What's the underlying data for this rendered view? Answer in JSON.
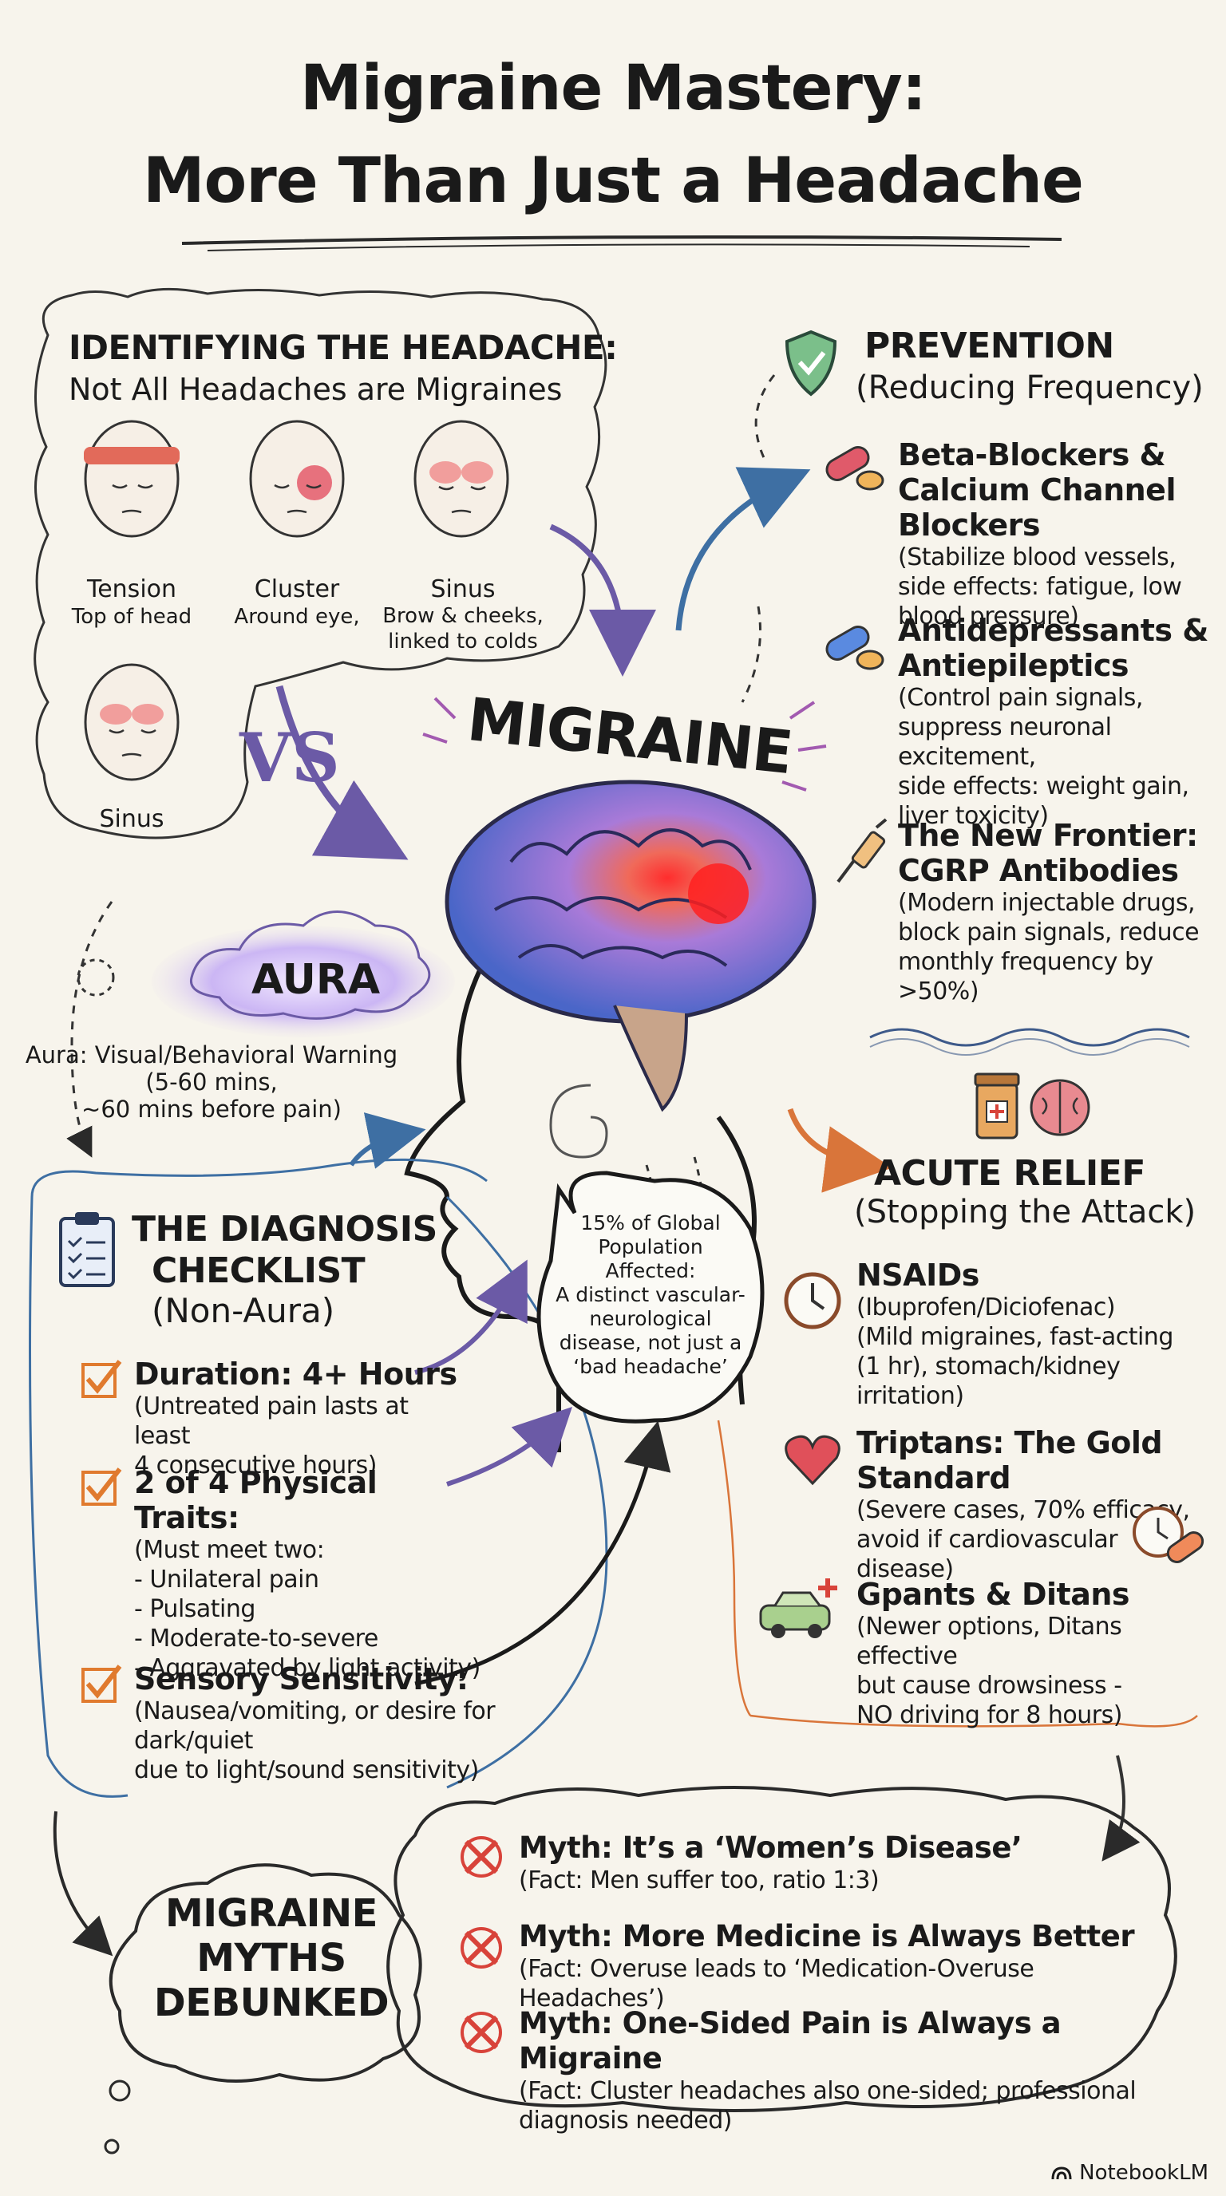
{
  "title": {
    "line1": "Migraine Mastery:",
    "line2": "More Than Just a Headache"
  },
  "identify": {
    "heading": "IDENTIFYING THE HEADACHE:",
    "subheading": "Not All Headaches are Migraines",
    "faces": [
      {
        "name": "Tension",
        "desc": "Top of head"
      },
      {
        "name": "Cluster",
        "desc": "Around eye,"
      },
      {
        "name": "Sinus",
        "desc": "Brow & cheeks, linked to colds"
      },
      {
        "name": "Sinus",
        "desc": ""
      }
    ],
    "vs": "VS"
  },
  "center": {
    "migraine": "MIGRAINE",
    "aura": "AURA",
    "aura_note": "Aura: Visual/Behavioral Warning",
    "aura_note2": "(5-60 mins,",
    "aura_note3": "~60 mins before pain)",
    "bubble": [
      "15% of Global",
      "Population",
      "Affected:",
      "A distinct vascular-",
      "neurological",
      "disease, not just a",
      "‘bad headache’"
    ]
  },
  "prevention": {
    "heading": "PREVENTION",
    "subheading": "(Reducing Frequency)",
    "items": [
      {
        "title": [
          "Beta-Blockers &",
          "Calcium Channel Blockers"
        ],
        "body": [
          "(Stabilize blood vessels,",
          "side effects: fatigue, low",
          "blood pressure)"
        ]
      },
      {
        "title": [
          "Antidepressants &",
          "Antiepileptics"
        ],
        "body": [
          "(Control pain signals,",
          "suppress neuronal excitement,",
          "side effects: weight gain,",
          "liver toxicity)"
        ]
      },
      {
        "title": [
          "The New Frontier:",
          "CGRP Antibodies"
        ],
        "body": [
          "(Modern injectable drugs,",
          "block pain signals, reduce",
          "monthly frequency by >50%)"
        ]
      }
    ]
  },
  "acute": {
    "heading": "ACUTE RELIEF",
    "subheading": "(Stopping the Attack)",
    "items": [
      {
        "title": "NSAIDs",
        "body": [
          "(Ibuprofen/Diciofenac)",
          "(Mild migraines, fast-acting",
          "(1 hr), stomach/kidney irritation)"
        ]
      },
      {
        "title": "Triptans: The Gold Standard",
        "body": [
          "(Severe cases, 70% efficacy,",
          "avoid if cardiovascular",
          "disease)"
        ]
      },
      {
        "title": "Gpants & Ditans",
        "body": [
          "(Newer options, Ditans effective",
          "but cause drowsiness -",
          "NO driving for 8 hours)"
        ]
      }
    ]
  },
  "diagnosis": {
    "heading": [
      "THE DIAGNOSIS",
      "CHECKLIST",
      "(Non-Aura)"
    ],
    "items": [
      {
        "title": "Duration: 4+ Hours",
        "body": [
          "(Untreated pain lasts at least",
          "4 consecutive hours)"
        ]
      },
      {
        "title": "2 of 4 Physical Traits:",
        "body": [
          "(Must meet two:",
          "- Unilateral pain",
          "- Pulsating",
          "- Moderate-to-severe",
          "- Aggravated by light activity)"
        ]
      },
      {
        "title": "Sensory Sensitivity:",
        "body": [
          "(Nausea/vomiting, or desire for dark/quiet",
          "due to light/sound sensitivity)"
        ]
      }
    ]
  },
  "myths": {
    "heading": [
      "MIGRAINE",
      "MYTHS",
      "DEBUNKED"
    ],
    "items": [
      {
        "title": "Myth: It’s a ‘Women’s Disease’",
        "body": [
          "(Fact: Men suffer too, ratio 1:3)"
        ]
      },
      {
        "title": "Myth: More Medicine is Always Better",
        "body": [
          "(Fact: Overuse leads to ‘Medication-Overuse Headaches’)"
        ]
      },
      {
        "title": "Myth: One-Sided Pain is Always a Migraine",
        "body": [
          "(Fact: Cluster headaches also one-sided; professional",
          "diagnosis needed)"
        ]
      }
    ]
  },
  "footer": {
    "brand": "NotebookLM"
  },
  "colors": {
    "background": "#f7f4ec",
    "ink": "#1a1a1a",
    "check": "#e07a2e",
    "cross": "#d8433a",
    "arrow_purple": "#7a5ca8",
    "arrow_blue": "#3e6fa3",
    "arrow_orange": "#d9753a"
  }
}
